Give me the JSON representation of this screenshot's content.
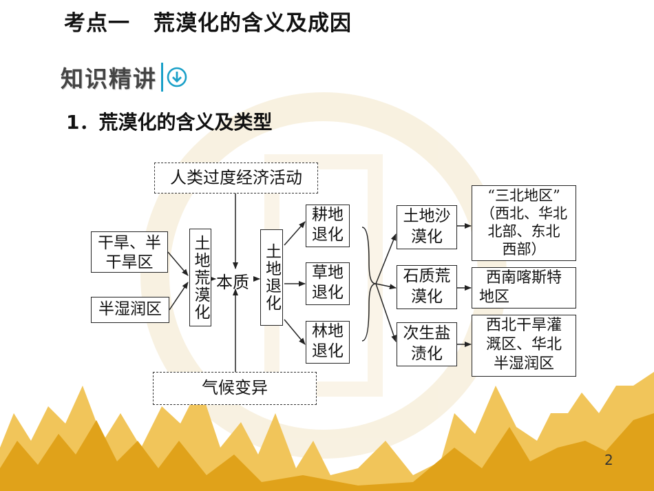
{
  "slide": {
    "title_part1": "考点一",
    "title_part2": "荒漠化的含义及成因",
    "section_label": "知识精讲",
    "section_icon": "down-arrow-circle-icon",
    "subtitle": "1．荒漠化的含义及类型",
    "page_number": "2"
  },
  "colors": {
    "accent": "#1aa0c8",
    "mountain": "#e0a21a",
    "watermark": "#f3e6c8"
  },
  "diagram": {
    "human_activity": "人类过度经济活动",
    "climate_change": "气候变异",
    "arid_region": [
      "干旱、半",
      "干旱区"
    ],
    "semi_humid": "半湿润区",
    "land_desertification": "土地荒漠化",
    "essence": "本质",
    "land_degradation": "土地退化",
    "farmland": [
      "耕地",
      "退化"
    ],
    "grassland": [
      "草地",
      "退化"
    ],
    "forest": [
      "林地",
      "退化"
    ],
    "sandy": [
      "土地沙",
      "漠化"
    ],
    "rocky": [
      "石质荒",
      "漠化"
    ],
    "saline": [
      "次生盐",
      "渍化"
    ],
    "region_sandy": [
      "“三北地区”",
      "（西北、华北",
      "北部、东北",
      "西部）"
    ],
    "region_rocky": [
      "西南喀斯特",
      "地区"
    ],
    "region_saline": [
      "西北干旱灌",
      "溉区、华北",
      "半湿润区"
    ]
  }
}
